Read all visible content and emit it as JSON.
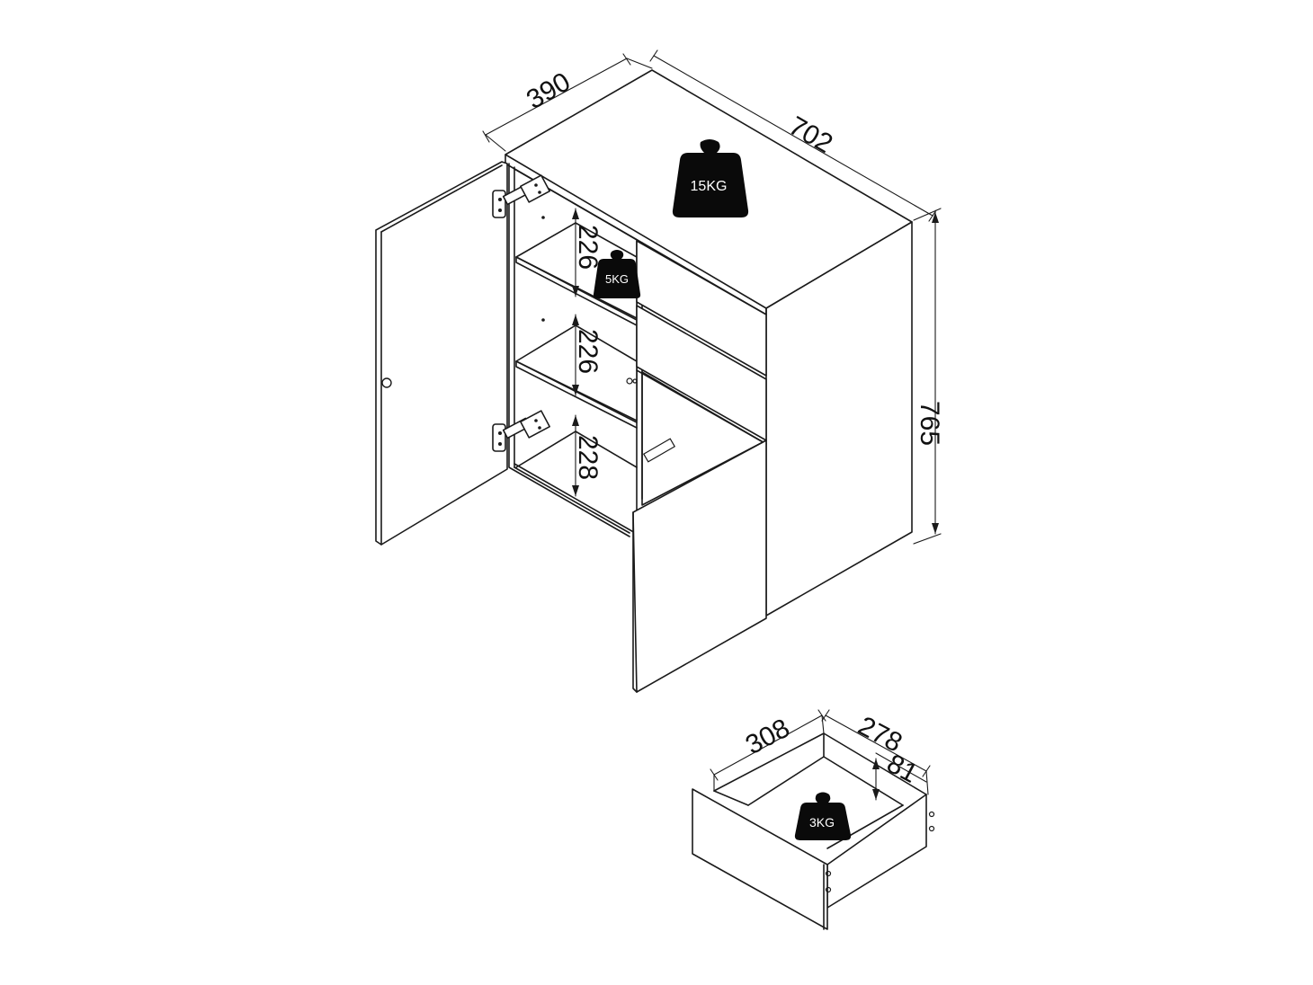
{
  "dimensions": {
    "depth": "390",
    "width": "702",
    "height": "765",
    "shelf_gap_top": "226",
    "shelf_gap_middle": "226",
    "shelf_gap_bottom": "228",
    "drawer_width": "308",
    "drawer_depth": "278",
    "drawer_height": "81"
  },
  "load_limits": {
    "top_surface": "15KG",
    "shelf": "5KG",
    "drawer": "3KG"
  },
  "colors": {
    "line": "#1a1a1a",
    "weight_icon": "#0a0a0a",
    "background": "#ffffff"
  }
}
